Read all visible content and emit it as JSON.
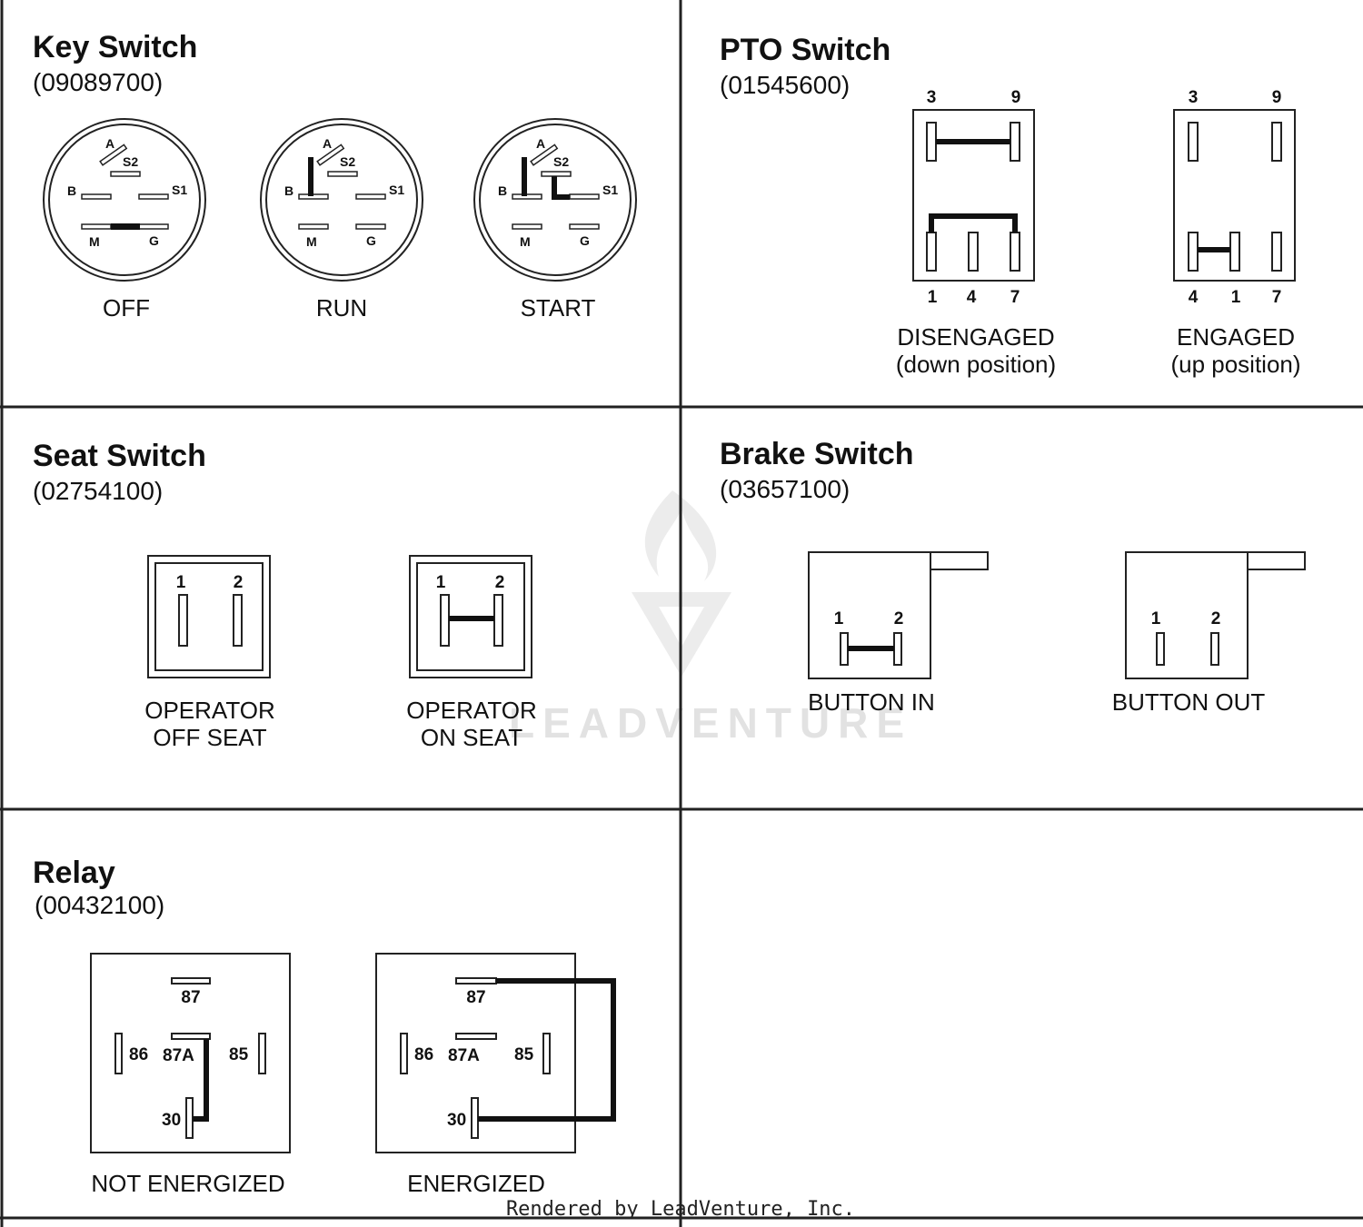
{
  "key_switch": {
    "title": "Key Switch",
    "part_number": "(09089700)",
    "positions": [
      "OFF",
      "RUN",
      "START"
    ],
    "terminals": {
      "a": "A",
      "s2": "S2",
      "b": "B",
      "s1": "S1",
      "m": "M",
      "g": "G"
    }
  },
  "pto_switch": {
    "title": "PTO Switch",
    "part_number": "(01545600)",
    "disengaged": {
      "top_pins": [
        "3",
        "9"
      ],
      "bottom_pins": [
        "1",
        "4",
        "7"
      ],
      "label_line1": "DISENGAGED",
      "label_line2": "(down position)"
    },
    "engaged": {
      "top_pins": [
        "3",
        "9"
      ],
      "bottom_pins": [
        "4",
        "1",
        "7"
      ],
      "label_line1": "ENGAGED",
      "label_line2": "(up position)"
    }
  },
  "seat_switch": {
    "title": "Seat Switch",
    "part_number": "(02754100)",
    "pins": [
      "1",
      "2"
    ],
    "off_seat": {
      "line1": "OPERATOR",
      "line2": "OFF SEAT"
    },
    "on_seat": {
      "line1": "OPERATOR",
      "line2": "ON SEAT"
    }
  },
  "brake_switch": {
    "title": "Brake  Switch",
    "part_number": "(03657100)",
    "pins": [
      "1",
      "2"
    ],
    "button_in": "BUTTON IN",
    "button_out": "BUTTON OUT"
  },
  "relay": {
    "title": "Relay",
    "part_number": "(00432100)",
    "terminals": {
      "t87": "87",
      "t86": "86",
      "t87a": "87A",
      "t85": "85",
      "t30": "30"
    },
    "not_energized": "NOT ENERGIZED",
    "energized": "ENERGIZED"
  },
  "watermark": "LEADVENTURE",
  "footer": "Rendered by LeadVenture, Inc."
}
